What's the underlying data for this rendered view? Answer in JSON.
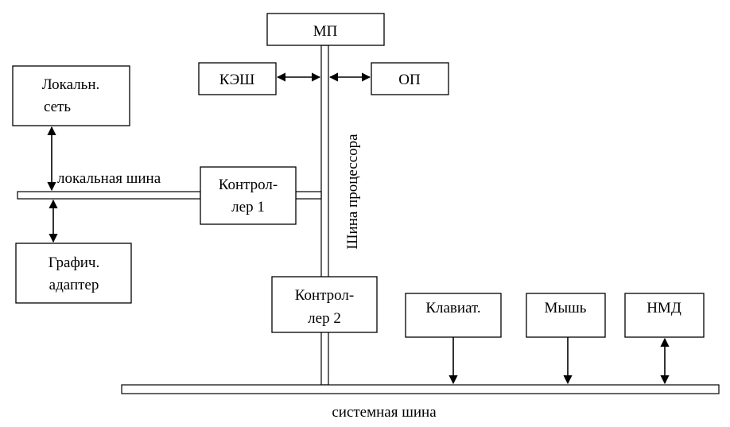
{
  "blocks": {
    "mp": "МП",
    "cache": "КЭШ",
    "ram": "ОП",
    "lan": [
      "Локальн.",
      "сеть"
    ],
    "ctrl1": [
      "Контрол-",
      "лер 1"
    ],
    "gpu": [
      "Графич.",
      "адаптер"
    ],
    "ctrl2": [
      "Контрол-",
      "лер 2"
    ],
    "keyboard": "Клавиат.",
    "mouse": "Мышь",
    "hdd": "НМД"
  },
  "buses": {
    "local": "локальная шина",
    "processor": "Шина процессора",
    "system": "системная шина"
  }
}
